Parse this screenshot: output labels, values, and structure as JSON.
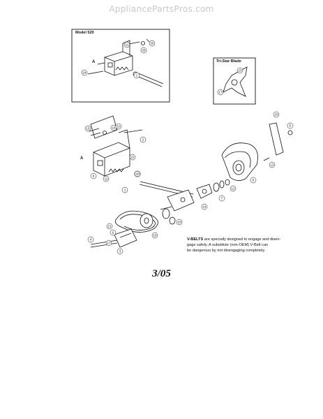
{
  "watermark": "AppliancePartsPros.com",
  "inset_model": {
    "title": "Model 520",
    "letter": "A",
    "callouts": [
      "21",
      "25",
      "26",
      "24",
      "1"
    ]
  },
  "inset_blade": {
    "title": "Tri-Star Blade",
    "callouts": [
      "23",
      "17"
    ]
  },
  "main_letter": "A",
  "main_callouts": [
    "15",
    "16",
    "2",
    "10",
    "22",
    "8",
    "11",
    "20",
    "1",
    "3",
    "5",
    "23",
    "13",
    "9",
    "12",
    "7",
    "14",
    "18",
    "19",
    "4",
    "6",
    "21",
    "17"
  ],
  "note": {
    "bold": "V-BELTS",
    "line1": " are specially designed to engage and disen-",
    "line2": "gage safely. A substitute (non-OEM) V-Belt can",
    "line3": "be dangerous by not disengaging completely."
  },
  "date_code": "3/05",
  "colors": {
    "ink": "#111111",
    "watermark": "#c9c9c9"
  }
}
